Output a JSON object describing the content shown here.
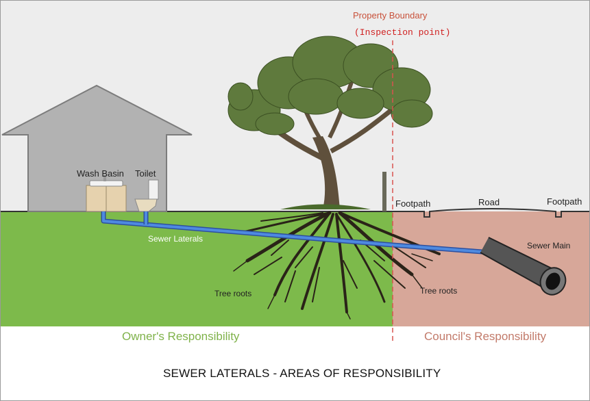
{
  "title": "SEWER LATERALS - AREAS OF RESPONSIBILITY",
  "boundary": {
    "label": "Property Boundary",
    "sublabel": "(Inspection point)"
  },
  "house_labels": {
    "wash_basin": "Wash Basin",
    "toilet": "Toilet"
  },
  "street_labels": {
    "footpath_left": "Footpath",
    "road": "Road",
    "footpath_right": "Footpath"
  },
  "underground_labels": {
    "sewer_laterals": "Sewer Laterals",
    "sewer_main": "Sewer Main",
    "tree_roots_left": "Tree roots",
    "tree_roots_right": "Tree roots"
  },
  "zones": {
    "owner": "Owner's Responsibility",
    "council": "Council's Responsibility"
  },
  "colors": {
    "owner_ground": "#7dba4b",
    "council_ground": "#d7a799",
    "boundary_line": "#d9534f",
    "house": "#b0b0b0",
    "pipe": "#3a6fcf",
    "tree_canopy": "#5f7a3d",
    "roots": "#2a2318"
  }
}
